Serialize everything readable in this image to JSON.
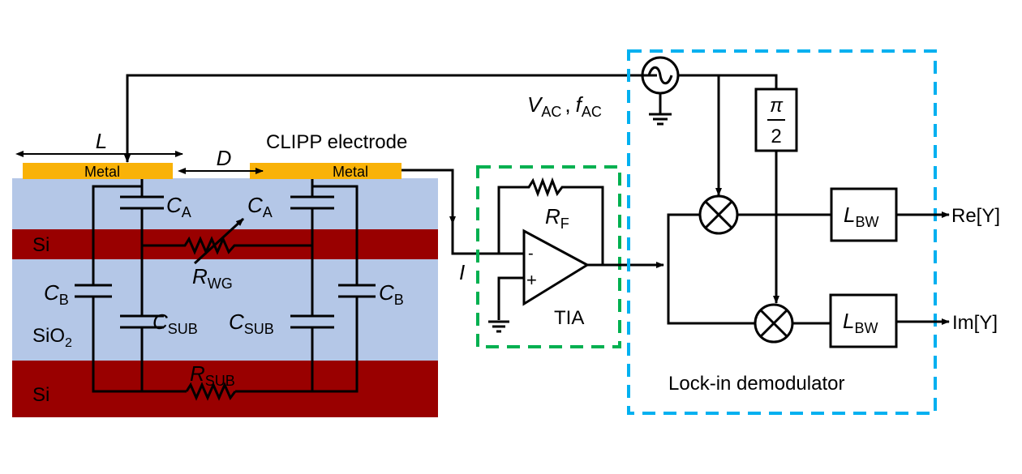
{
  "colors": {
    "metal": "#f9b208",
    "oxide": "#b4c7e7",
    "silicon": "#990000",
    "tia_box": "#00b050",
    "lockin_box": "#00b0f0",
    "wire": "#000000"
  },
  "device": {
    "electrode_label": "CLIPP electrode",
    "length_symbol": "L",
    "gap_symbol": "D",
    "metal_left": "Metal",
    "metal_right": "Metal",
    "layer_si_top": "Si",
    "layer_sio2": "SiO",
    "layer_sio2_sub": "2",
    "layer_si_bottom": "Si"
  },
  "components": {
    "ca_left": {
      "main": "C",
      "sub": "A"
    },
    "ca_right": {
      "main": "C",
      "sub": "A"
    },
    "cb_left": {
      "main": "C",
      "sub": "B"
    },
    "cb_right": {
      "main": "C",
      "sub": "B"
    },
    "csub_left": {
      "main": "C",
      "sub": "SUB"
    },
    "csub_right": {
      "main": "C",
      "sub": "SUB"
    },
    "rwg": {
      "main": "R",
      "sub": "WG"
    },
    "rsub": {
      "main": "R",
      "sub": "SUB"
    },
    "rf": {
      "main": "R",
      "sub": "F"
    },
    "current": "I"
  },
  "source": {
    "v_main": "V",
    "v_sub": "AC",
    "sep": ",",
    "f_main": "f",
    "f_sub": "AC"
  },
  "tia": {
    "label": "TIA",
    "minus": "-",
    "plus": "+"
  },
  "lockin": {
    "label": "Lock-in demodulator",
    "phase_num": "π",
    "phase_den": "2",
    "filter_top": {
      "main": "L",
      "sub": "BW"
    },
    "filter_bottom": {
      "main": "L",
      "sub": "BW"
    },
    "output_real": "Re[Y]",
    "output_imag": "Im[Y]"
  }
}
